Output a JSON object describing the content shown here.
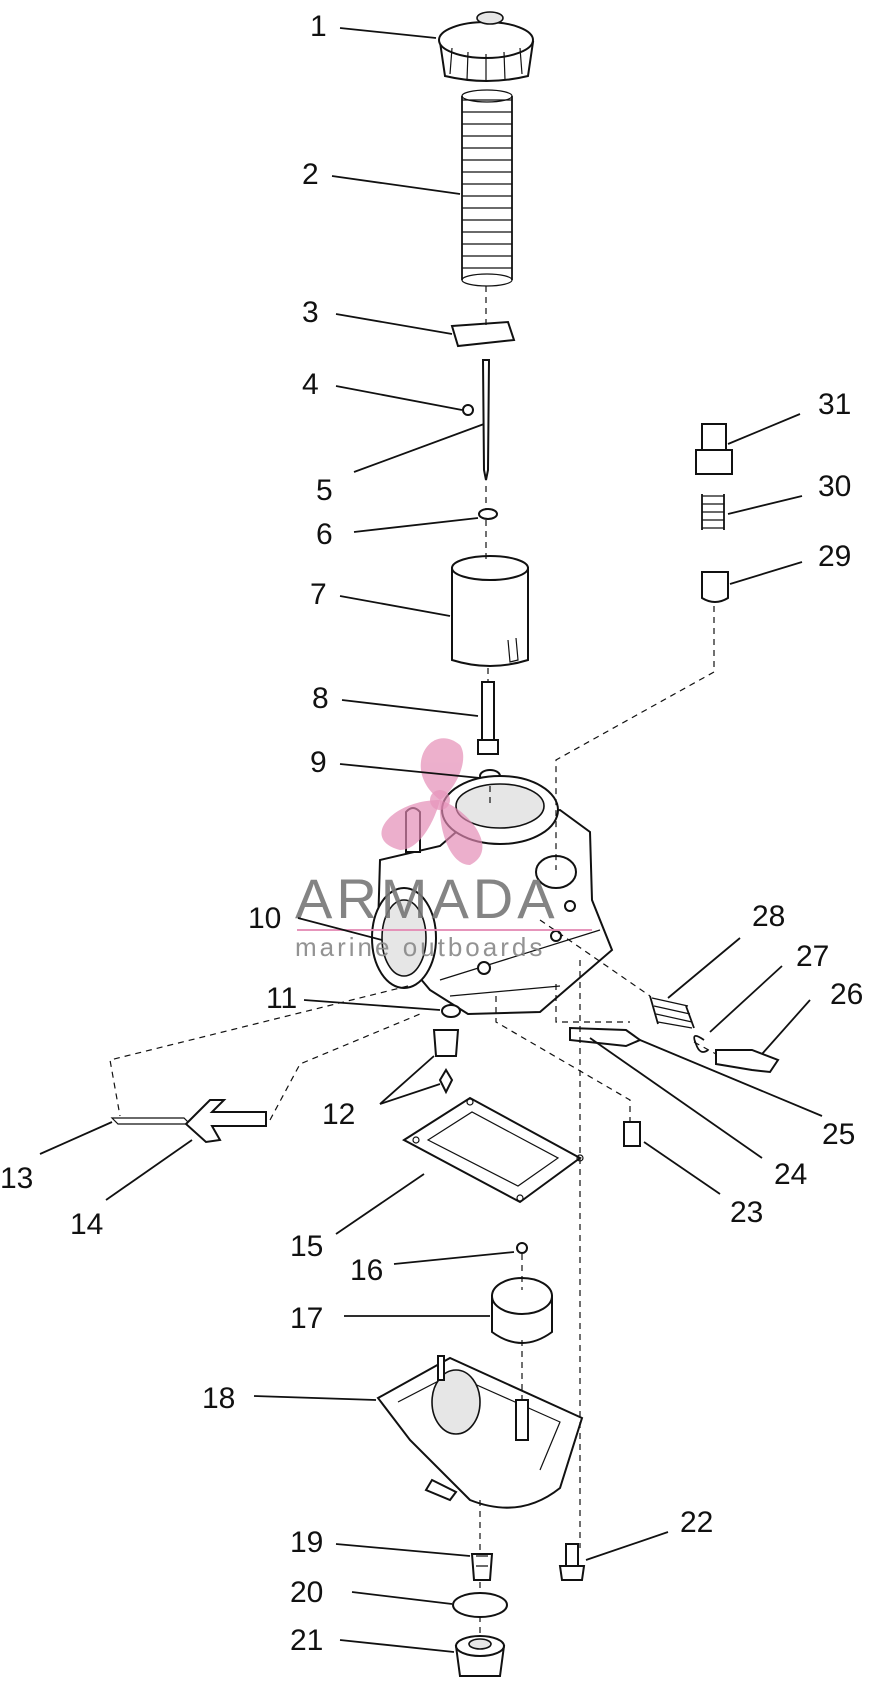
{
  "callouts": [
    {
      "num": "1"
    },
    {
      "num": "2"
    },
    {
      "num": "3"
    },
    {
      "num": "4"
    },
    {
      "num": "5"
    },
    {
      "num": "6"
    },
    {
      "num": "7"
    },
    {
      "num": "8"
    },
    {
      "num": "9"
    },
    {
      "num": "10"
    },
    {
      "num": "11"
    },
    {
      "num": "12"
    },
    {
      "num": "13"
    },
    {
      "num": "14"
    },
    {
      "num": "15"
    },
    {
      "num": "16"
    },
    {
      "num": "17"
    },
    {
      "num": "18"
    },
    {
      "num": "19"
    },
    {
      "num": "20"
    },
    {
      "num": "21"
    },
    {
      "num": "22"
    },
    {
      "num": "23"
    },
    {
      "num": "24"
    },
    {
      "num": "25"
    },
    {
      "num": "26"
    },
    {
      "num": "27"
    },
    {
      "num": "28"
    },
    {
      "num": "29"
    },
    {
      "num": "30"
    },
    {
      "num": "31"
    }
  ],
  "watermark": {
    "brand": "ARMADA",
    "tagline": "marine outboards",
    "accent_color": "#e48ab4"
  }
}
